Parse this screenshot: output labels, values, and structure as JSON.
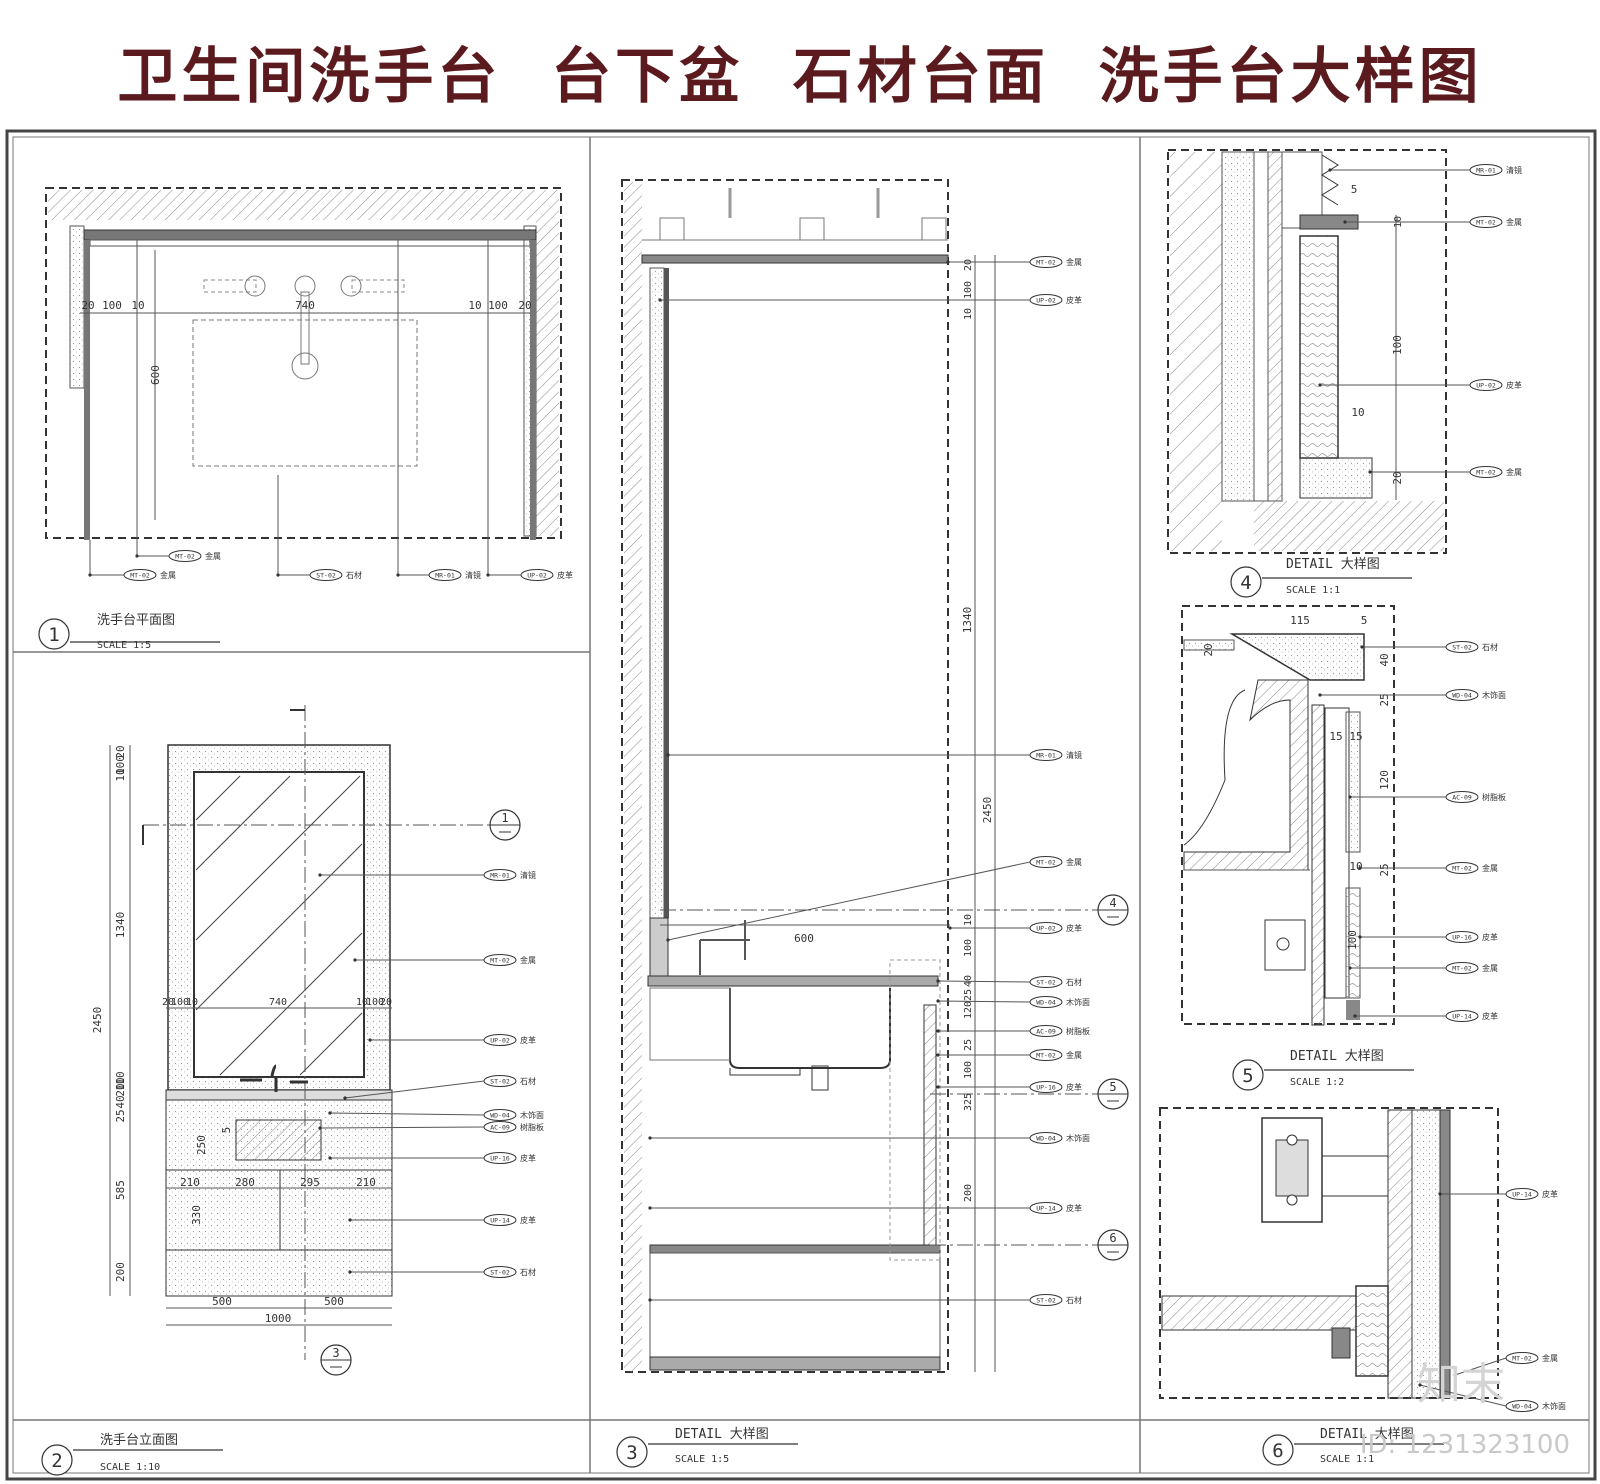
{
  "title": "卫生间洗手台  台下盆  石材台面  洗手台大样图",
  "watermark": {
    "id": "ID: 1231323100",
    "logo": "知末"
  },
  "colors": {
    "title": "#5a1a1e",
    "line": "#333333",
    "dim": "#555555",
    "hatch": "#777777"
  },
  "views": [
    {
      "num": "1",
      "name": "洗手台平面图",
      "scale": "SCALE   1:5"
    },
    {
      "num": "2",
      "name": "洗手台立面图",
      "scale": "SCALE   1:10"
    },
    {
      "num": "3",
      "name": "DETAIL 大样图",
      "scale": "SCALE   1:5"
    },
    {
      "num": "4",
      "name": "DETAIL 大样图",
      "scale": "SCALE   1:1"
    },
    {
      "num": "5",
      "name": "DETAIL 大样图",
      "scale": "SCALE   1:2"
    },
    {
      "num": "6",
      "name": "DETAIL 大样图",
      "scale": "SCALE   1:1"
    }
  ],
  "view1": {
    "dims": [
      "20",
      "100",
      "10",
      "740",
      "10",
      "100",
      "20",
      "600"
    ],
    "labels": [
      {
        "code": "MT-02",
        "text": "金属"
      },
      {
        "code": "MT-02",
        "text": "金属"
      },
      {
        "code": "ST-02",
        "text": "石材"
      },
      {
        "code": "MR-01",
        "text": "清镜"
      },
      {
        "code": "UP-02",
        "text": "皮革"
      }
    ]
  },
  "view2": {
    "dims_left": [
      "20",
      "100",
      "10",
      "1340",
      "10",
      "10",
      "20",
      "40",
      "25",
      "585",
      "200",
      "2450",
      "250",
      "5",
      "330"
    ],
    "dims_h": [
      "20",
      "100",
      "10",
      "740",
      "10",
      "100",
      "20",
      "210",
      "280",
      "295",
      "210",
      "500",
      "500",
      "1000"
    ],
    "refs": [
      "1",
      "3"
    ],
    "labels": [
      {
        "code": "MR-01",
        "text": "清镜"
      },
      {
        "code": "MT-02",
        "text": "金属"
      },
      {
        "code": "UP-02",
        "text": "皮革"
      },
      {
        "code": "ST-02",
        "text": "石材"
      },
      {
        "code": "WD-04",
        "text": "木饰面"
      },
      {
        "code": "AC-09",
        "text": "树脂板"
      },
      {
        "code": "UP-16",
        "text": "皮革"
      },
      {
        "code": "UP-14",
        "text": "皮革"
      },
      {
        "code": "ST-02",
        "text": "石材"
      }
    ]
  },
  "view3": {
    "dims": [
      "20",
      "100",
      "10",
      "1340",
      "2450",
      "10",
      "600",
      "100",
      "40",
      "25",
      "120",
      "25",
      "100",
      "325",
      "200"
    ],
    "refs": [
      "4",
      "5",
      "6"
    ],
    "labels": [
      {
        "code": "MT-02",
        "text": "金属"
      },
      {
        "code": "UP-02",
        "text": "皮革"
      },
      {
        "code": "MR-01",
        "text": "清镜"
      },
      {
        "code": "MT-02",
        "text": "金属"
      },
      {
        "code": "UP-02",
        "text": "皮革"
      },
      {
        "code": "ST-02",
        "text": "石材"
      },
      {
        "code": "WD-04",
        "text": "木饰面"
      },
      {
        "code": "AC-09",
        "text": "树脂板"
      },
      {
        "code": "MT-02",
        "text": "金属"
      },
      {
        "code": "UP-16",
        "text": "皮革"
      },
      {
        "code": "WD-04",
        "text": "木饰面"
      },
      {
        "code": "UP-14",
        "text": "皮革"
      },
      {
        "code": "ST-02",
        "text": "石材"
      }
    ]
  },
  "view4": {
    "dims": [
      "5",
      "10",
      "100",
      "10",
      "20"
    ],
    "labels": [
      {
        "code": "MR-01",
        "text": "清镜"
      },
      {
        "code": "MT-02",
        "text": "金属"
      },
      {
        "code": "UP-02",
        "text": "皮革"
      },
      {
        "code": "MT-02",
        "text": "金属"
      }
    ]
  },
  "view5": {
    "dims": [
      "115",
      "5",
      "20",
      "40",
      "25",
      "15",
      "15",
      "120",
      "10",
      "25",
      "100"
    ],
    "labels": [
      {
        "code": "ST-02",
        "text": "石材"
      },
      {
        "code": "WD-04",
        "text": "木饰面"
      },
      {
        "code": "AC-09",
        "text": "树脂板"
      },
      {
        "code": "MT-02",
        "text": "金属"
      },
      {
        "code": "UP-16",
        "text": "皮革"
      },
      {
        "code": "MT-02",
        "text": "金属"
      },
      {
        "code": "UP-14",
        "text": "皮革"
      }
    ]
  },
  "view6": {
    "labels": [
      {
        "code": "UP-14",
        "text": "皮革"
      },
      {
        "code": "MT-02",
        "text": "金属"
      },
      {
        "code": "WD-04",
        "text": "木饰面"
      }
    ]
  }
}
